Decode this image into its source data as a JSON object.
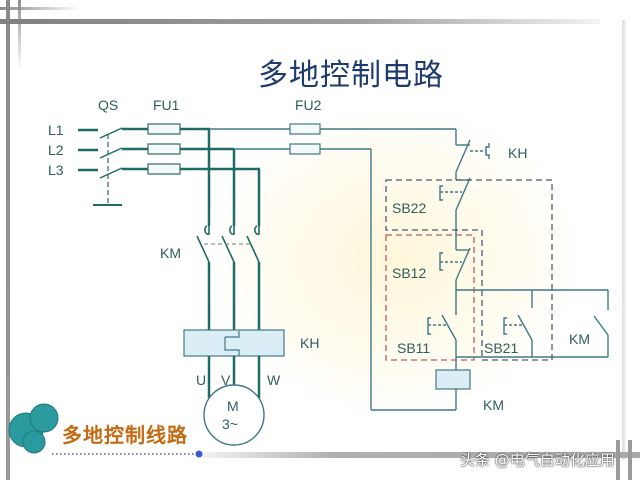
{
  "title": "多地控制电路",
  "footer": {
    "section_title": "多地控制线路",
    "watermark": "头条 @电气自动化应用"
  },
  "labels": {
    "qs": "QS",
    "fu1": "FU1",
    "fu2": "FU2",
    "l1": "L1",
    "l2": "L2",
    "l3": "L3",
    "km_main": "KM",
    "kh_main": "KH",
    "u": "U",
    "v": "V",
    "w": "W",
    "motor_m": "M",
    "motor_phase": "3~",
    "kh_contact": "KH",
    "sb22": "SB22",
    "sb12": "SB12",
    "sb11": "SB11",
    "sb21": "SB21",
    "km_aux": "KM",
    "km_coil": "KM"
  },
  "colors": {
    "wire": "#1f6b67",
    "thin_wire": "#3e7a86",
    "title": "#1f3a6e",
    "dashed_box": "#4a5b74",
    "dashed_box_red": "#b06060",
    "component_fill": "#dceef5",
    "footer_text": "#c36a12"
  }
}
